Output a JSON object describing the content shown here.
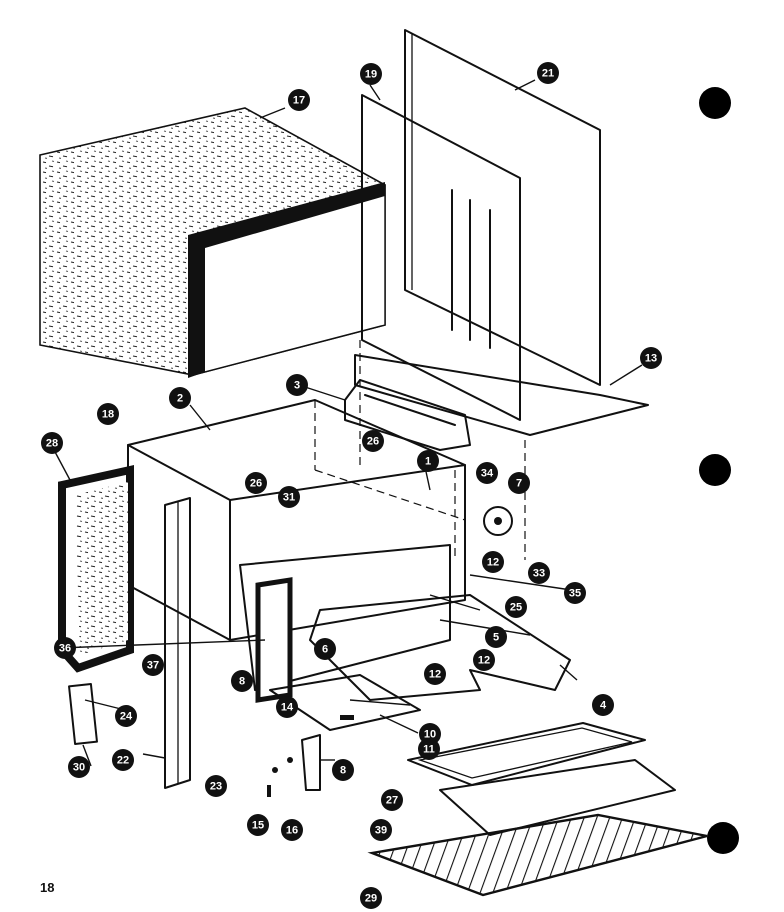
{
  "page_number": "18",
  "callouts": [
    {
      "id": "c17",
      "label": "17"
    },
    {
      "id": "c19",
      "label": "19"
    },
    {
      "id": "c21",
      "label": "21"
    },
    {
      "id": "c13",
      "label": "13"
    },
    {
      "id": "c3",
      "label": "3"
    },
    {
      "id": "c2",
      "label": "2"
    },
    {
      "id": "c18",
      "label": "18"
    },
    {
      "id": "c28",
      "label": "28"
    },
    {
      "id": "c26a",
      "label": "26"
    },
    {
      "id": "c1",
      "label": "1"
    },
    {
      "id": "c34",
      "label": "34"
    },
    {
      "id": "c7",
      "label": "7"
    },
    {
      "id": "c26b",
      "label": "26"
    },
    {
      "id": "c31",
      "label": "31"
    },
    {
      "id": "c12a",
      "label": "12"
    },
    {
      "id": "c33",
      "label": "33"
    },
    {
      "id": "c35",
      "label": "35"
    },
    {
      "id": "c25",
      "label": "25"
    },
    {
      "id": "c36",
      "label": "36"
    },
    {
      "id": "c6",
      "label": "6"
    },
    {
      "id": "c5",
      "label": "5"
    },
    {
      "id": "c12b",
      "label": "12"
    },
    {
      "id": "c12c",
      "label": "12"
    },
    {
      "id": "c37",
      "label": "37"
    },
    {
      "id": "c8a",
      "label": "8"
    },
    {
      "id": "c4",
      "label": "4"
    },
    {
      "id": "c24",
      "label": "24"
    },
    {
      "id": "c14",
      "label": "14"
    },
    {
      "id": "c10",
      "label": "10"
    },
    {
      "id": "c11",
      "label": "11"
    },
    {
      "id": "c30",
      "label": "30"
    },
    {
      "id": "c22",
      "label": "22"
    },
    {
      "id": "c8b",
      "label": "8"
    },
    {
      "id": "c23",
      "label": "23"
    },
    {
      "id": "c27",
      "label": "27"
    },
    {
      "id": "c39",
      "label": "39"
    },
    {
      "id": "c15",
      "label": "15"
    },
    {
      "id": "c16",
      "label": "16"
    },
    {
      "id": "c29",
      "label": "29"
    }
  ]
}
